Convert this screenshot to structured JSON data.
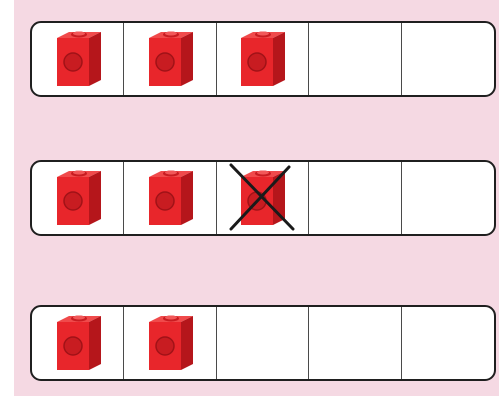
{
  "colors": {
    "background_panel": "#f5d9e3",
    "cube_front": "#e8262b",
    "cube_top": "#f04a4b",
    "cube_side": "#b5161b",
    "cross_stroke": "#1a1a1a"
  },
  "frames": [
    {
      "cells": [
        {
          "content": "cube"
        },
        {
          "content": "cube"
        },
        {
          "content": "cube"
        },
        {
          "content": "empty"
        },
        {
          "content": "empty"
        }
      ]
    },
    {
      "cells": [
        {
          "content": "cube"
        },
        {
          "content": "cube"
        },
        {
          "content": "cube-crossed-out"
        },
        {
          "content": "empty"
        },
        {
          "content": "empty"
        }
      ]
    },
    {
      "cells": [
        {
          "content": "cube"
        },
        {
          "content": "cube"
        },
        {
          "content": "empty"
        },
        {
          "content": "empty"
        },
        {
          "content": "empty"
        }
      ]
    }
  ],
  "icons": {
    "cube": "linking-cube-icon",
    "cross": "cross-out-icon"
  }
}
